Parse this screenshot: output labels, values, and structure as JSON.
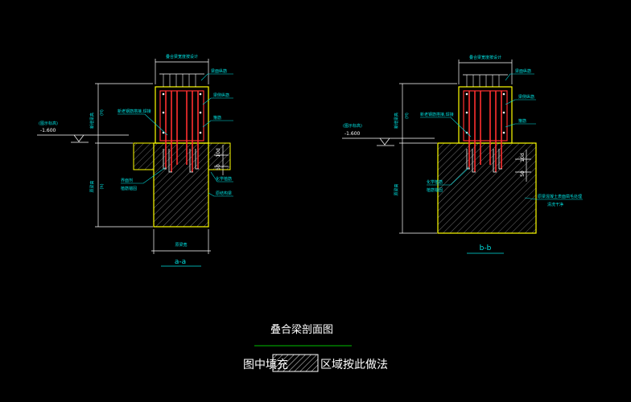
{
  "sections": {
    "a": {
      "label": "a-a",
      "level_value": "-1.600",
      "level_name": "(图示标高)",
      "dims": {
        "ten_d": "10d",
        "fifty": "50"
      },
      "notes": {
        "top_dim": "叠合梁宽度按设计",
        "top_bar": "梁面纵筋",
        "side_bar": "梁侧纵筋",
        "stirrup": "箍筋",
        "lap": "新老钢筋搭接,焊接",
        "anchor": "化学植筋",
        "bond": "界面剂",
        "old_beam": "原结构梁",
        "left_h1": "新增梁高",
        "left_h1b": "(H)",
        "left_h2": "原梁高",
        "left_h2b": "(h)",
        "anchor_left": "植筋锚固",
        "bottom_dim": "原梁宽"
      }
    },
    "b": {
      "label": "b-b",
      "level_value": "-1.600",
      "level_name": "(图示标高)",
      "dims": {
        "ten_d": "10d",
        "fifty": "50"
      },
      "notes": {
        "top_dim": "叠合梁宽度按设计",
        "top_bar": "梁面纵筋",
        "side_bar": "梁侧纵筋",
        "stirrup": "箍筋",
        "lap": "新老钢筋搭接,焊接",
        "anchor": "化学植筋",
        "old_beam": "原梁混凝土表面凿毛处理",
        "old_beam2": "清洗干净",
        "left_h1": "新增梁高",
        "left_h1b": "(H)",
        "left_h2": "原梁高",
        "anchor_left": "植筋锚固"
      }
    }
  },
  "title": "叠合梁剖面图",
  "legend": {
    "before": "图中填充",
    "after": "区域按此做法"
  },
  "colors": {
    "background": "#000000",
    "outline": "#ffff00",
    "rebar": "#ff3030",
    "dimension": "#ffffff",
    "leader": "#00e0e0",
    "hatch": "#9a9a9a",
    "grid_line": "#00c000"
  }
}
